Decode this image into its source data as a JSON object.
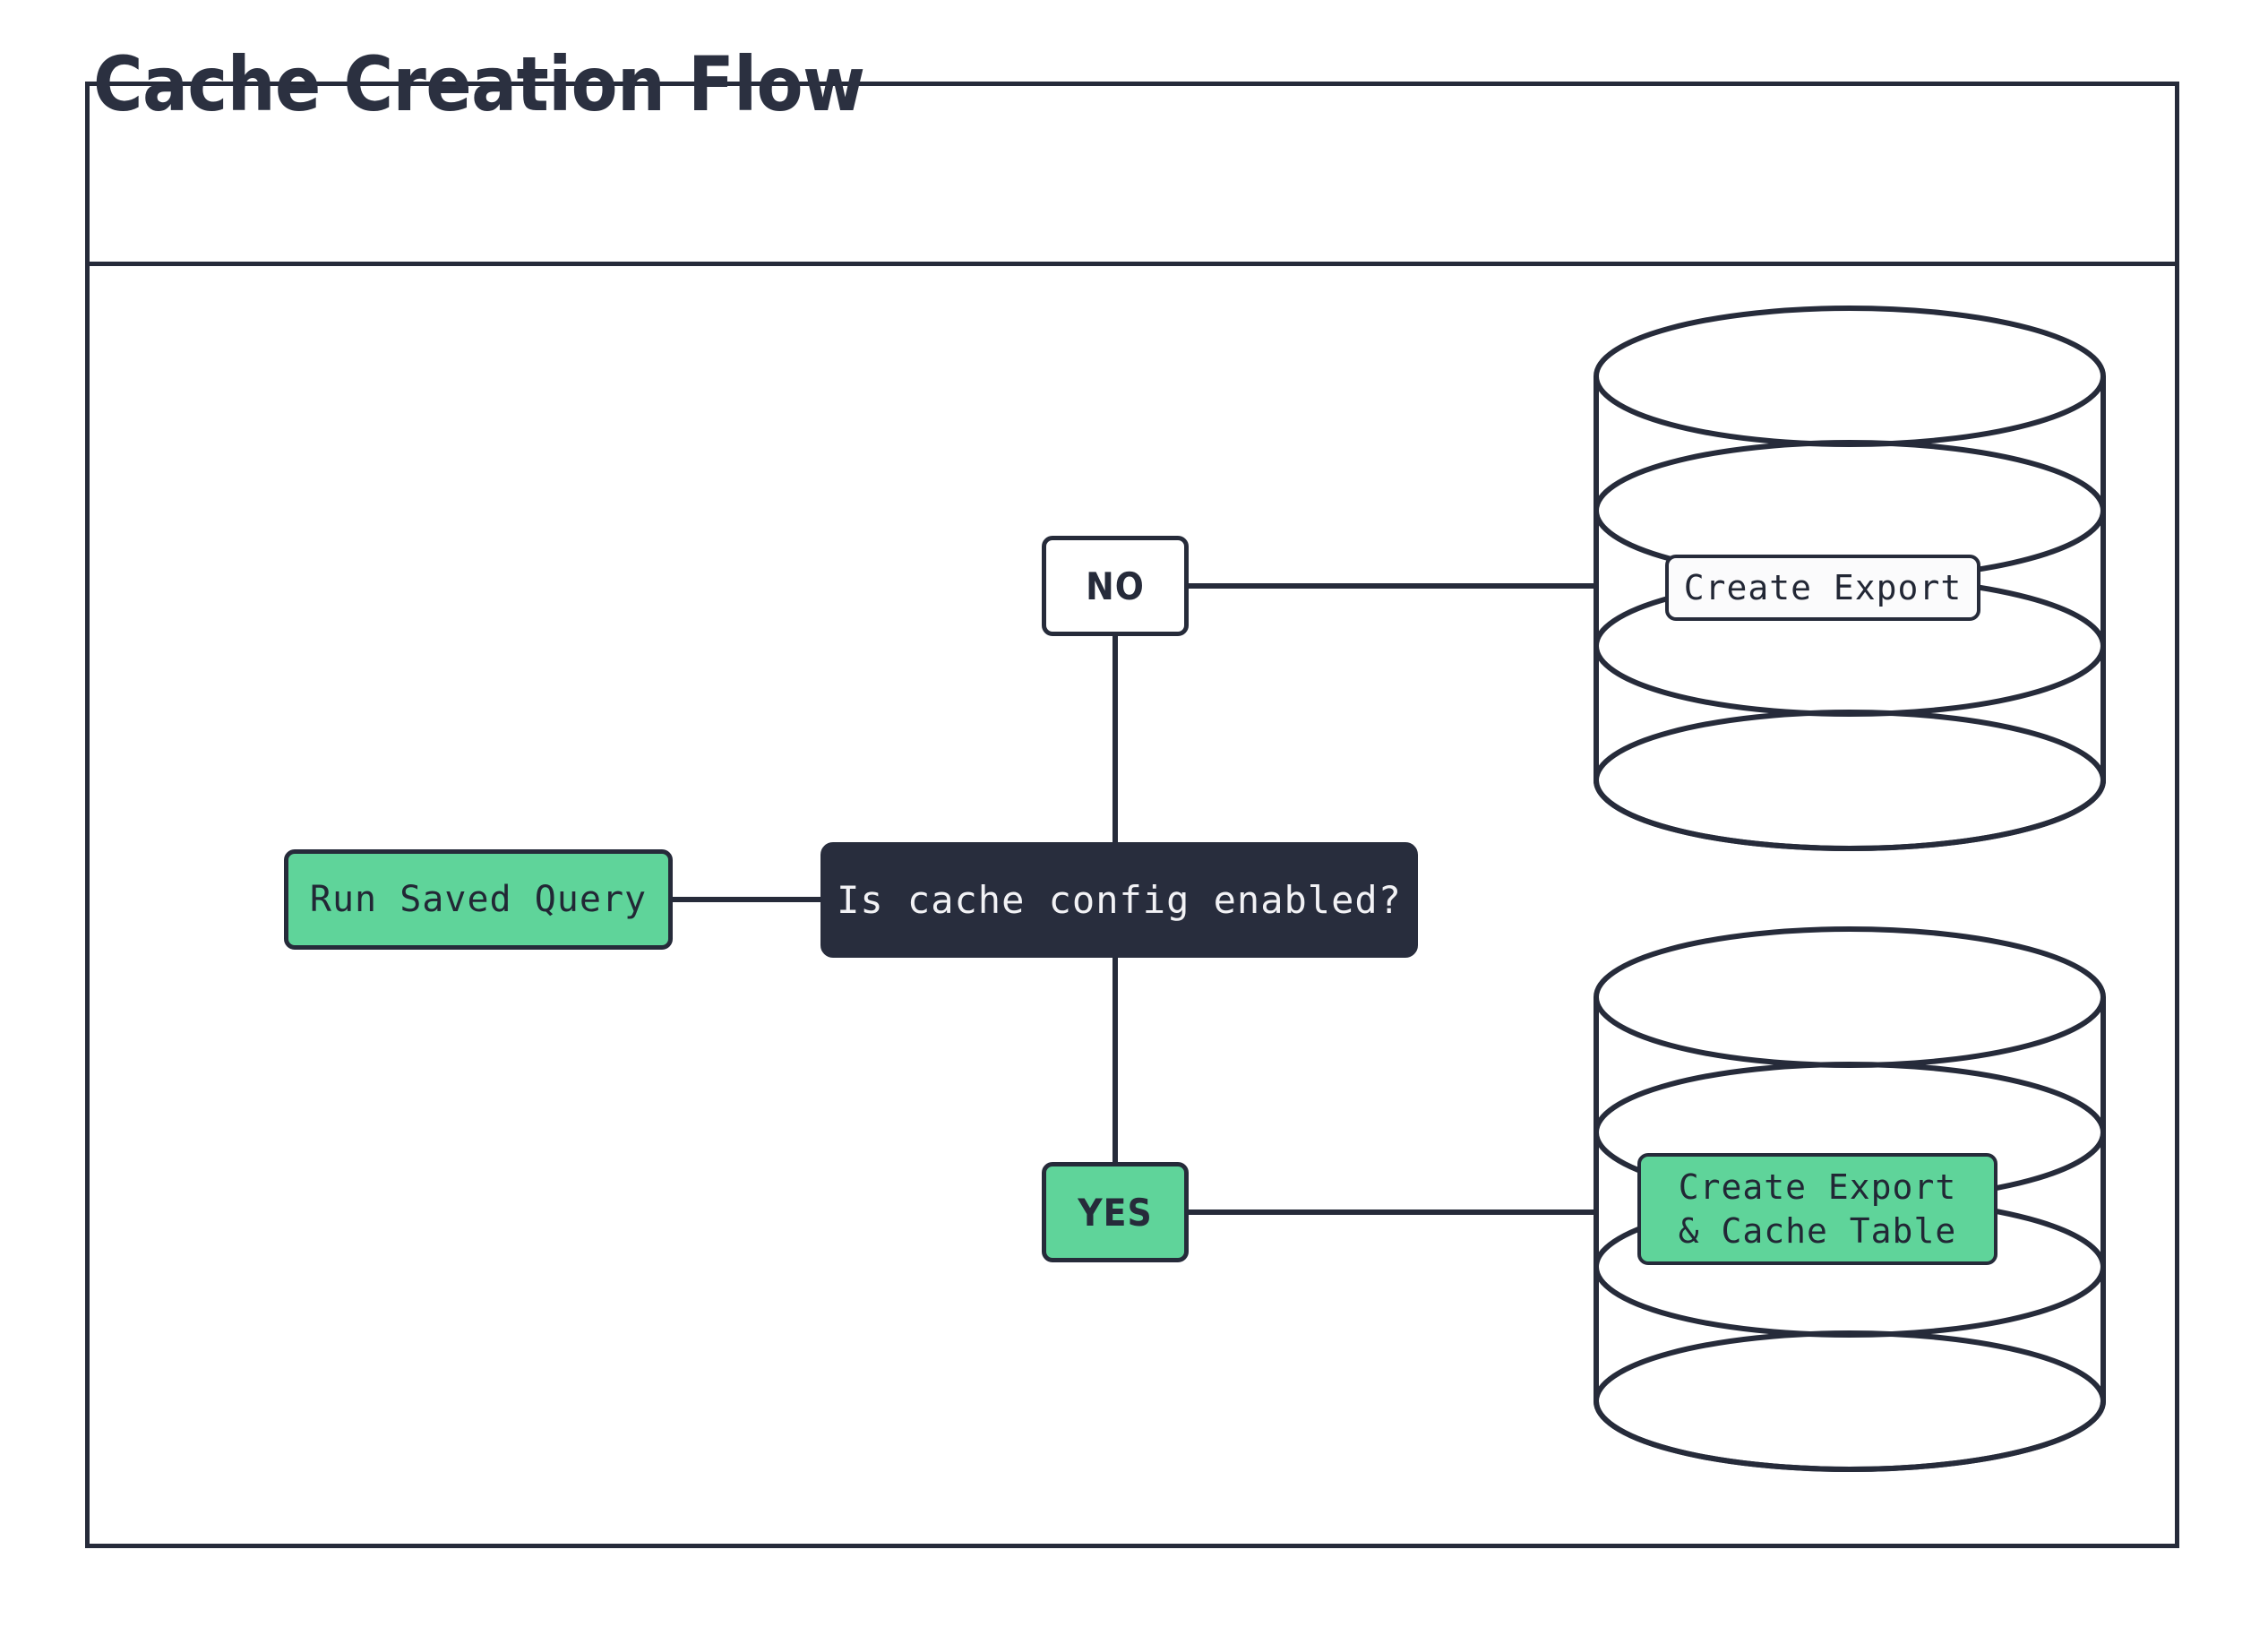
{
  "diagram": {
    "title": "Cache Creation Flow",
    "type": "flowchart",
    "direction": "left-to-right",
    "colors": {
      "stroke": "#262b3a",
      "accent_green": "#5fd49a",
      "decision_fill": "#282d3d",
      "decision_text": "#f2f2f5",
      "node_text": "#222735",
      "canvas": "#ffffff"
    },
    "nodes": {
      "start": {
        "id": "run-saved-query",
        "label": "Run Saved Query",
        "shape": "rounded-rect",
        "fill": "#5fd49a"
      },
      "decision": {
        "id": "is-cache-config-enabled",
        "label": "Is cache config enabled?",
        "shape": "rounded-rect",
        "fill": "#282d3d"
      },
      "branch_no": {
        "id": "branch-no",
        "label": "NO",
        "shape": "rounded-rect",
        "fill": "#ffffff"
      },
      "branch_yes": {
        "id": "branch-yes",
        "label": "YES",
        "shape": "rounded-rect",
        "fill": "#5fd49a"
      },
      "db_export": {
        "id": "create-export",
        "label": "Create Export",
        "shape": "database-cylinder",
        "fill": "#fbfbfc"
      },
      "db_cache": {
        "id": "create-export-and-cache-table",
        "label_line_1": "Create Export",
        "label_line_2": "& Cache Table",
        "shape": "database-cylinder",
        "fill": "#5fd49a"
      }
    },
    "edges": [
      {
        "from": "run-saved-query",
        "to": "is-cache-config-enabled",
        "label": ""
      },
      {
        "from": "is-cache-config-enabled",
        "to": "branch-no",
        "label": ""
      },
      {
        "from": "is-cache-config-enabled",
        "to": "branch-yes",
        "label": ""
      },
      {
        "from": "branch-no",
        "to": "create-export",
        "label": ""
      },
      {
        "from": "branch-yes",
        "to": "create-export-and-cache-table",
        "label": ""
      }
    ]
  }
}
